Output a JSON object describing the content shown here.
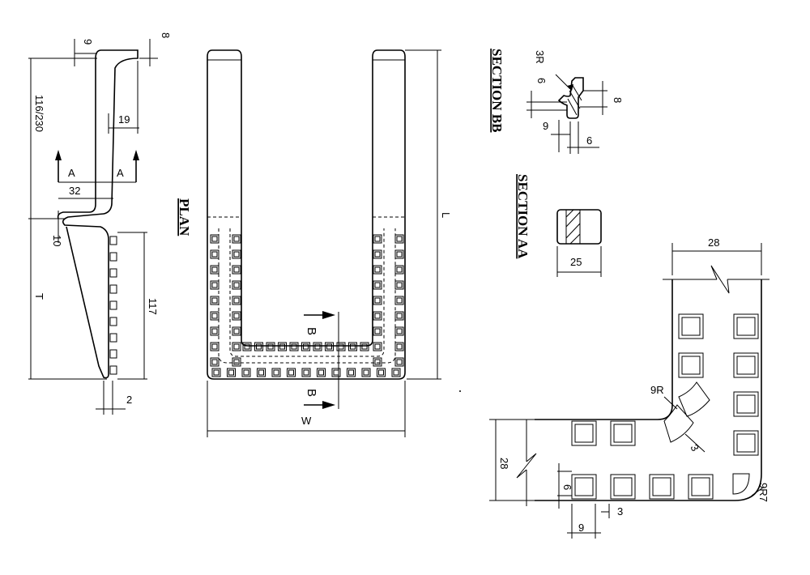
{
  "side_view": {
    "dim_top_gap": "9",
    "dim_top_right": "8",
    "dim_height_upper": "116/230",
    "dim_head_width": "19",
    "dim_flange_width": "32",
    "dim_lip": "10",
    "dim_T": "T",
    "dim_117": "117",
    "dim_bottom": "2",
    "section_marker": "A"
  },
  "plan": {
    "title": "PLAN",
    "dim_L": "L",
    "dim_W": "W",
    "section_marker": "B"
  },
  "section_bb": {
    "title": "SECTION BB",
    "dim_3R": "3R",
    "dim_6": "6",
    "dim_8": "8",
    "dim_9": "9",
    "dim_6b": "6"
  },
  "section_aa": {
    "title": "SECTION AA",
    "dim_25": "25"
  },
  "corner_detail": {
    "dim_top": "28",
    "dim_left": "28",
    "dim_9R": "9R",
    "dim_3": "3",
    "dim_6": "6",
    "dim_3b": "3",
    "dim_9": "9",
    "dim_9R7": "9R7"
  }
}
